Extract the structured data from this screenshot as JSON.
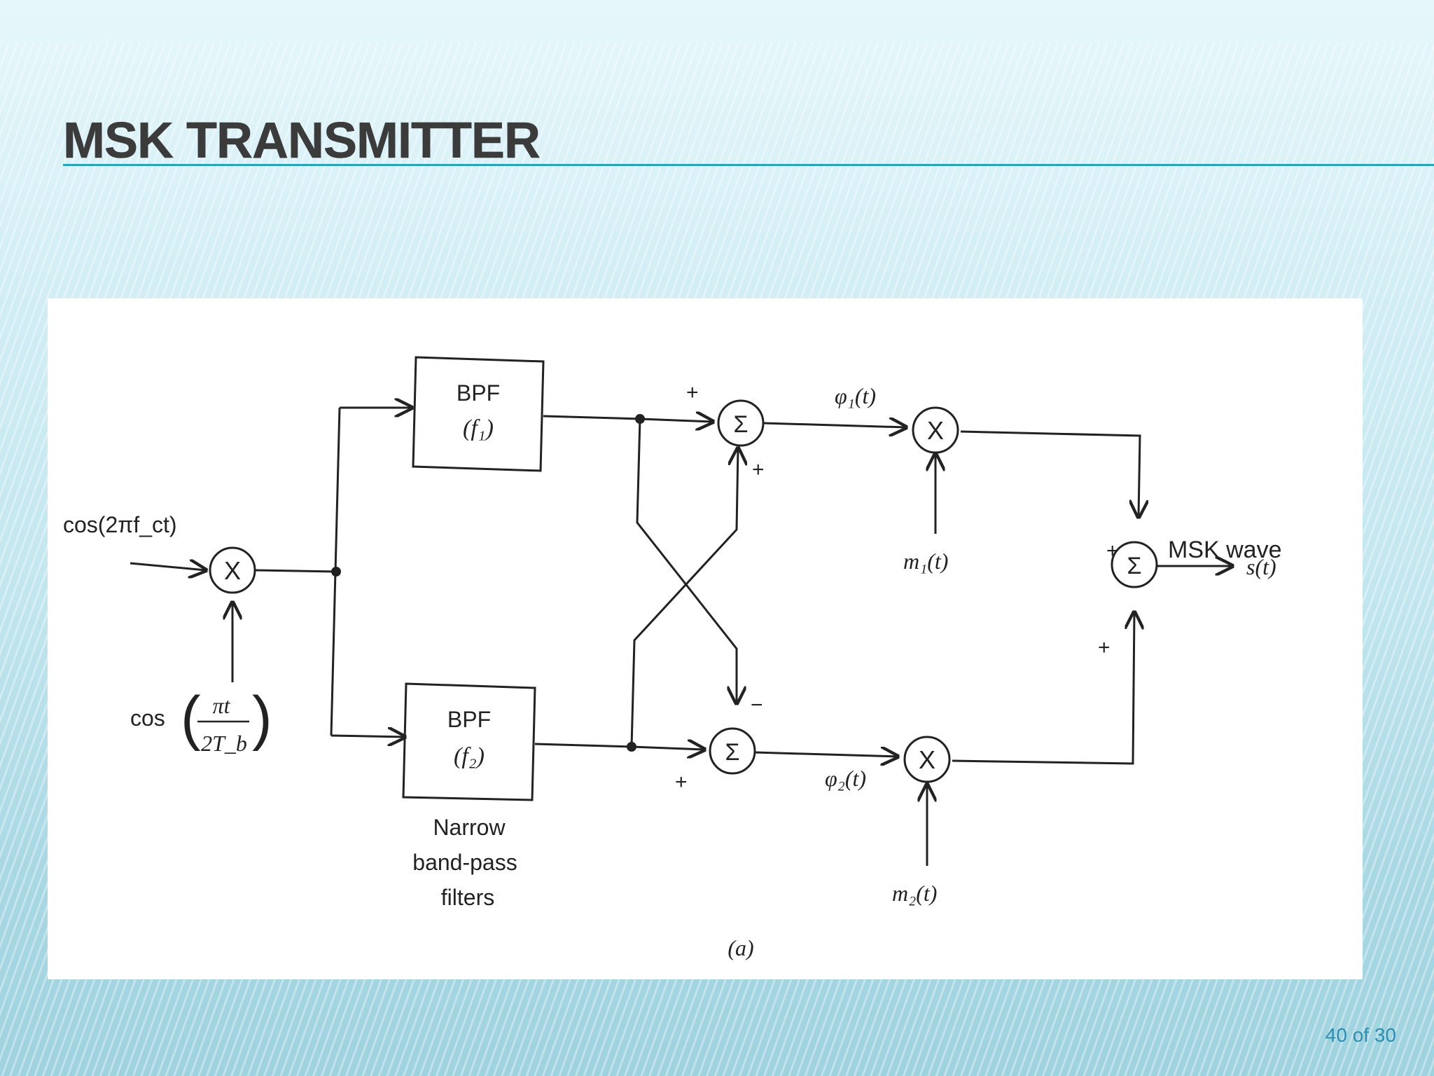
{
  "slide": {
    "title": "MSK TRANSMITTER",
    "page_number": "40 of 30"
  },
  "diagram": {
    "inputs": {
      "carrier": "cos(2πf_ct)",
      "shaping_prefix": "cos",
      "shaping_numerator": "πt",
      "shaping_denominator": "2T_b"
    },
    "filters": [
      {
        "name": "BPF",
        "param": "(f₁)"
      },
      {
        "name": "BPF",
        "param": "(f₂)"
      }
    ],
    "filters_caption": [
      "Narrow",
      "band-pass",
      "filters"
    ],
    "multiplier_symbol": "X",
    "summer_symbol": "Σ",
    "signals": {
      "phi1": "φ₁(t)",
      "phi2": "φ₂(t)",
      "m1": "m₁(t)",
      "m2": "m₂(t)",
      "output_label": "MSK wave",
      "output": "s(t)"
    },
    "signs": {
      "plus": "+",
      "minus": "−"
    },
    "subcaption": "(a)"
  },
  "colors": {
    "title": "#3b3b3b",
    "rule": "#2aa5b8",
    "page_number": "#2c8fb0"
  }
}
